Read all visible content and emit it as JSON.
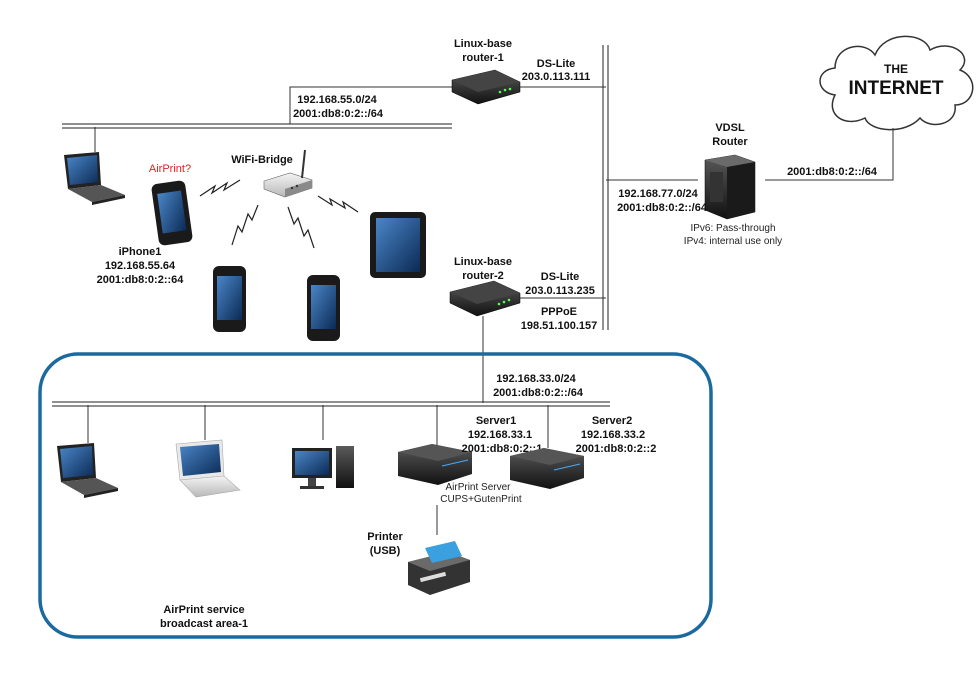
{
  "internet": {
    "line1": "THE",
    "line2": "INTERNET"
  },
  "vdsl_router": {
    "name1": "VDSL",
    "name2": "Router",
    "note1": "IPv6: Pass-through",
    "note2": "IPv4: internal use only",
    "wan": "2001:db8:0:2::/64"
  },
  "backbone": {
    "net_v4": "192.168.77.0/24",
    "net_v6": "2001:db8:0:2::/64"
  },
  "router1": {
    "name1": "Linux-base",
    "name2": "router-1",
    "mode": "DS-Lite",
    "ip": "203.0.113.111"
  },
  "router2": {
    "name1": "Linux-base",
    "name2": "router-2",
    "mode": "DS-Lite",
    "ip": "203.0.113.235",
    "mode2": "PPPoE",
    "ip2": "198.51.100.157"
  },
  "lan55": {
    "net_v4": "192.168.55.0/24",
    "net_v6": "2001:db8:0:2::/64"
  },
  "lan33": {
    "net_v4": "192.168.33.0/24",
    "net_v6": "2001:db8:0:2::/64"
  },
  "wifi_bridge": {
    "name": "WiFi-Bridge"
  },
  "airprint_q": "AirPrint?",
  "iphone1": {
    "name": "iPhone1",
    "ip4": "192.168.55.64",
    "ip6": "2001:db8:0:2::64"
  },
  "server1": {
    "name": "Server1",
    "ip4": "192.168.33.1",
    "ip6": "2001:db8:0:2::1",
    "role1": "AirPrint Server",
    "role2": "CUPS+GutenPrint"
  },
  "server2": {
    "name": "Server2",
    "ip4": "192.168.33.2",
    "ip6": "2001:db8:0:2::2"
  },
  "printer": {
    "name1": "Printer",
    "name2": "(USB)"
  },
  "area": {
    "line1": "AirPrint service",
    "line2": "broadcast area-1"
  },
  "colors": {
    "area_border": "#1a6aa0",
    "wire": "#333333",
    "bus": "#222222"
  }
}
